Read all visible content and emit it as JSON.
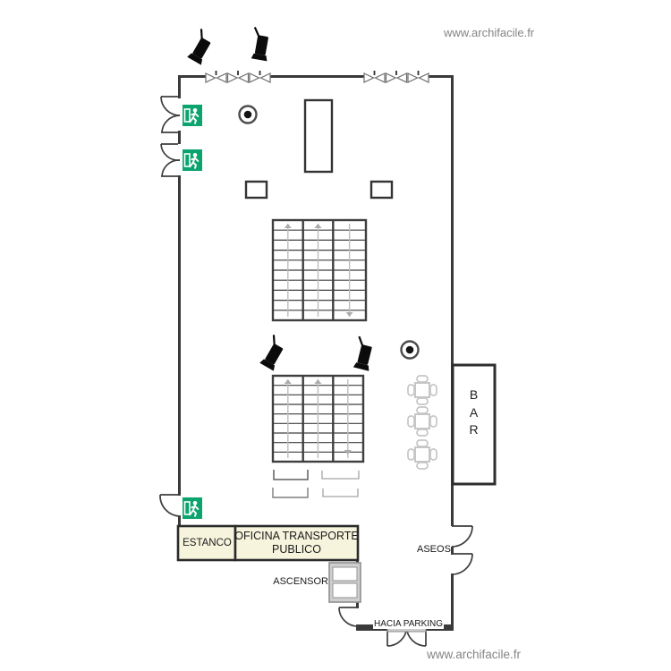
{
  "watermarks": {
    "top": "www.archifacile.fr",
    "bottom": "www.archifacile.fr"
  },
  "rooms": {
    "bar": {
      "letters": [
        "B",
        "A",
        "R"
      ]
    },
    "estanco": {
      "label": "ESTANCO",
      "fill": "#f7f4dd"
    },
    "oficina": {
      "line1": "OFICINA TRANSPORTE",
      "line2": "PUBLICO",
      "fill": "#f7f4dd"
    }
  },
  "labels": {
    "ascensor": "ASCENSOR",
    "aseos": "ASEOS",
    "hacia_parking": "HACIA PARKING"
  },
  "colors": {
    "wall": "#3a3a3a",
    "exit_sign_green": "#0ca46e",
    "room_fill": "#f7f4dd",
    "watermark_gray": "#848484",
    "furniture_gray": "#c6c6c6",
    "elevator_gray": "#8f8f8f"
  },
  "icons": {
    "exit_sign": "emergency-exit-running-man",
    "camera": "cctv-camera",
    "ceiling_light": "ceiling-light-spot",
    "window": "window-bowtie-symbol",
    "stairs": "staircase-grid-with-arrows",
    "table": "square-table-four-chairs",
    "elevator": "elevator-shaft",
    "door": "door-swing-arc"
  },
  "counts": {
    "exit_signs": 3,
    "cameras": 4,
    "ceiling_lights": 2,
    "window_units": 6,
    "staircases": 2,
    "tables": 3
  }
}
